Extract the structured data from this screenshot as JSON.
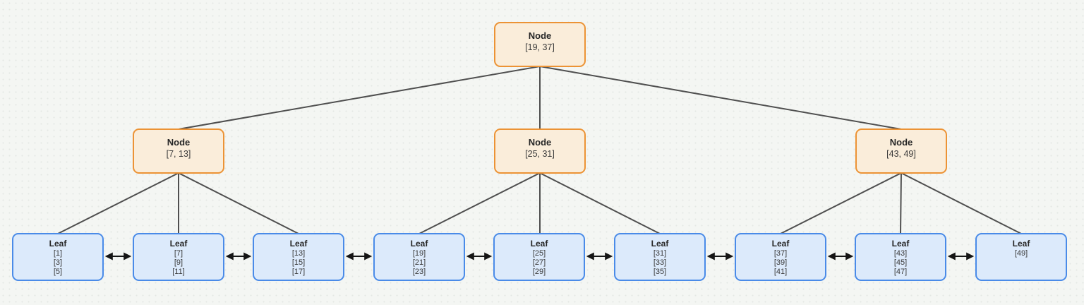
{
  "diagram": {
    "kind": "b-plus-tree",
    "colors": {
      "internal_fill": "#faedda",
      "internal_border": "#ec9335",
      "leaf_fill": "#dceafb",
      "leaf_border": "#4a8be8",
      "edge": "#4f4f4f",
      "arrow": "#151515",
      "background": "#f4f6f3"
    },
    "root": {
      "label": "Node",
      "keys": "[19, 37]"
    },
    "internal": [
      {
        "label": "Node",
        "keys": "[7, 13]"
      },
      {
        "label": "Node",
        "keys": "[25, 31]"
      },
      {
        "label": "Node",
        "keys": "[43, 49]"
      }
    ],
    "leaves": [
      {
        "label": "Leaf",
        "values": [
          "[1]",
          "[3]",
          "[5]"
        ]
      },
      {
        "label": "Leaf",
        "values": [
          "[7]",
          "[9]",
          "[11]"
        ]
      },
      {
        "label": "Leaf",
        "values": [
          "[13]",
          "[15]",
          "[17]"
        ]
      },
      {
        "label": "Leaf",
        "values": [
          "[19]",
          "[21]",
          "[23]"
        ]
      },
      {
        "label": "Leaf",
        "values": [
          "[25]",
          "[27]",
          "[29]"
        ]
      },
      {
        "label": "Leaf",
        "values": [
          "[31]",
          "[33]",
          "[35]"
        ]
      },
      {
        "label": "Leaf",
        "values": [
          "[37]",
          "[39]",
          "[41]"
        ]
      },
      {
        "label": "Leaf",
        "values": [
          "[43]",
          "[45]",
          "[47]"
        ]
      },
      {
        "label": "Leaf",
        "values": [
          "[49]"
        ]
      }
    ]
  }
}
